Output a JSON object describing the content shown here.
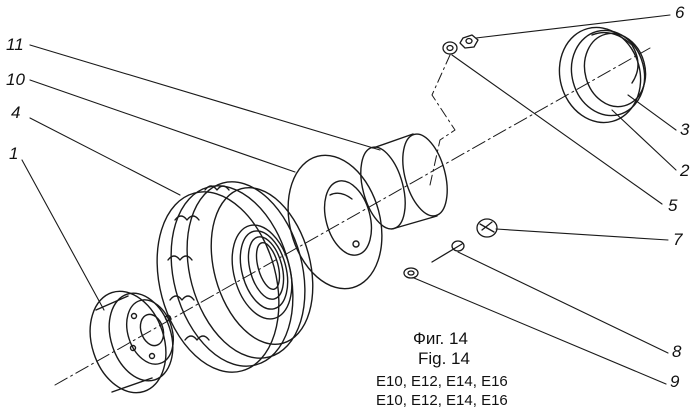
{
  "part_labels": {
    "p1": "1",
    "p2": "2",
    "p3": "3",
    "p4": "4",
    "p5": "5",
    "p6": "6",
    "p7": "7",
    "p8": "8",
    "p9": "9",
    "p10": "10",
    "p11": "11"
  },
  "caption": {
    "title_ru": "Фиг. 14",
    "title_en": "Fig. 14",
    "models_1": "E10, E12, E14, E16",
    "models_2": "E10, E12, E14, E16"
  }
}
